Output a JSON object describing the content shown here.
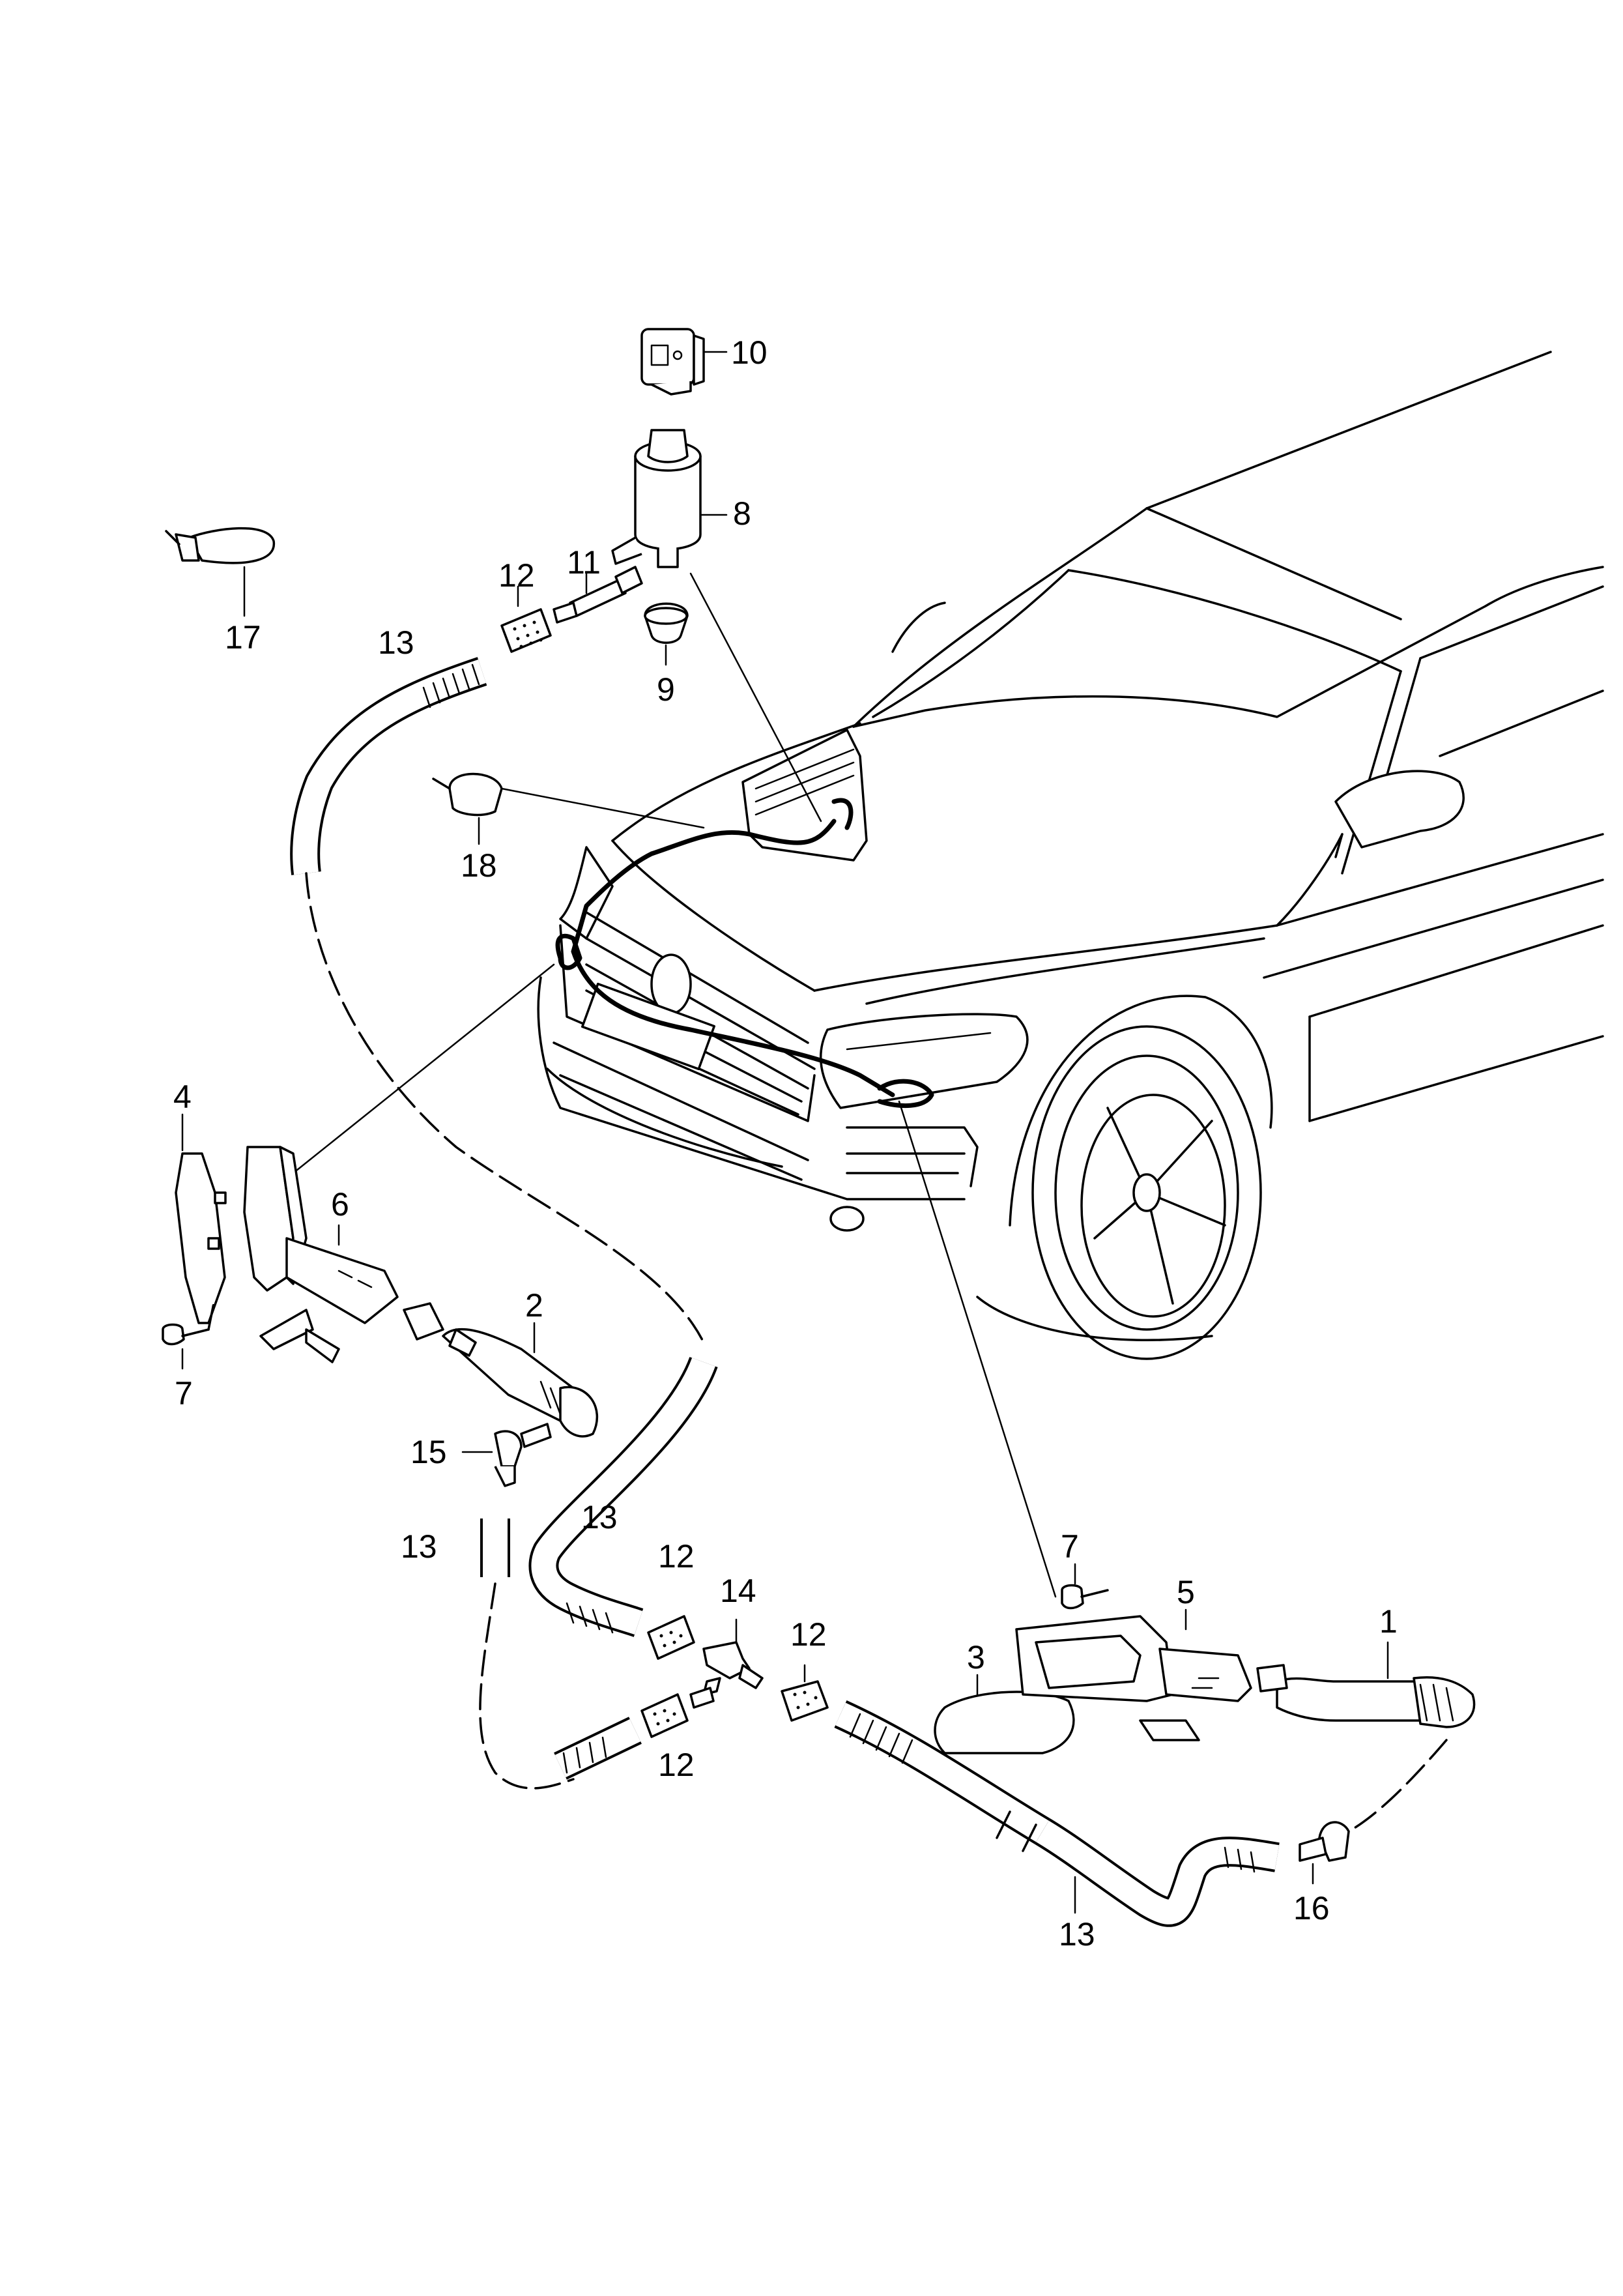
{
  "callouts": [
    {
      "id": "c10",
      "text": "10"
    },
    {
      "id": "c8",
      "text": "8"
    },
    {
      "id": "c11",
      "text": "11"
    },
    {
      "id": "c12a",
      "text": "12"
    },
    {
      "id": "c13a",
      "text": "13"
    },
    {
      "id": "c9",
      "text": "9"
    },
    {
      "id": "c17",
      "text": "17"
    },
    {
      "id": "c18",
      "text": "18"
    },
    {
      "id": "c4",
      "text": "4"
    },
    {
      "id": "c6",
      "text": "6"
    },
    {
      "id": "c7a",
      "text": "7"
    },
    {
      "id": "c2",
      "text": "2"
    },
    {
      "id": "c15",
      "text": "15"
    },
    {
      "id": "c13b",
      "text": "13"
    },
    {
      "id": "c13c",
      "text": "13"
    },
    {
      "id": "c12b",
      "text": "12"
    },
    {
      "id": "c14",
      "text": "14"
    },
    {
      "id": "c12c",
      "text": "12"
    },
    {
      "id": "c12d",
      "text": "12"
    },
    {
      "id": "c7b",
      "text": "7"
    },
    {
      "id": "c5",
      "text": "5"
    },
    {
      "id": "c3",
      "text": "3"
    },
    {
      "id": "c1",
      "text": "1"
    },
    {
      "id": "c16",
      "text": "16"
    },
    {
      "id": "c13d",
      "text": "13"
    }
  ]
}
